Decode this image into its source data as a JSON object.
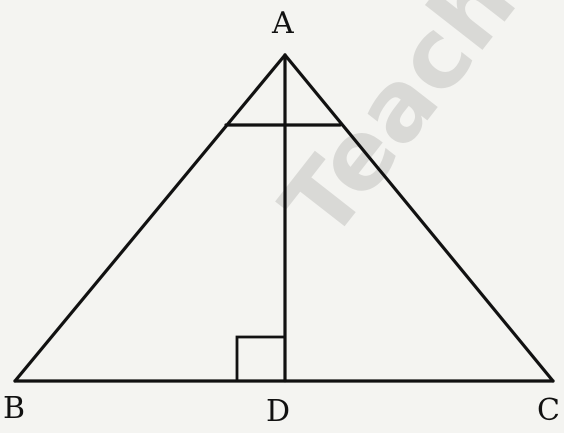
{
  "figure": {
    "vertices": {
      "A": "A",
      "B": "B",
      "C": "C",
      "D": "D"
    },
    "watermark": "Teachi",
    "colors": {
      "ink": "#111111",
      "paper": "#f4f4f1",
      "watermark": "#d9d9d6"
    }
  }
}
